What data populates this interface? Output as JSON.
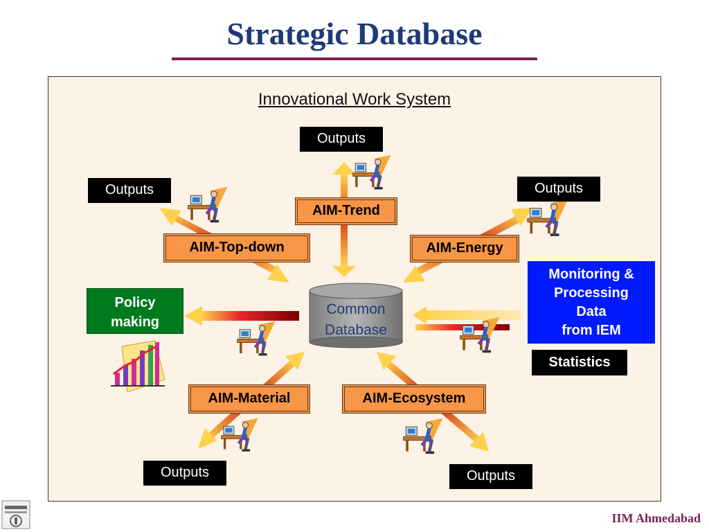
{
  "title": "Strategic Database",
  "subtitle": "Innovational Work System",
  "outputs": [
    "Outputs",
    "Outputs",
    "Outputs",
    "Outputs",
    "Outputs"
  ],
  "aim": {
    "trend": "AIM-Trend",
    "topdown": "AIM-Top-down",
    "energy": "AIM-Energy",
    "material": "AIM-Material",
    "ecosystem": "AIM-Ecosystem"
  },
  "database": {
    "line1": "Common",
    "line2": "Database"
  },
  "policy": {
    "line1": "Policy",
    "line2": "making"
  },
  "monitoring": {
    "line1": "Monitoring &",
    "line2": "Processing",
    "line3": "Data",
    "line4": "from IEM"
  },
  "statistics": "Statistics",
  "footer": "IIM Ahmedabad",
  "colors": {
    "title": "#1f3a78",
    "aim_box": "#f79646",
    "policy_box": "#007a1f",
    "monitor_box": "#0019ff",
    "panel": "#fdf2e6",
    "rule": "#7a1f4f"
  },
  "icons": [
    "person-at-computer-icon",
    "growth-chart-icon",
    "iim-logo-icon"
  ]
}
